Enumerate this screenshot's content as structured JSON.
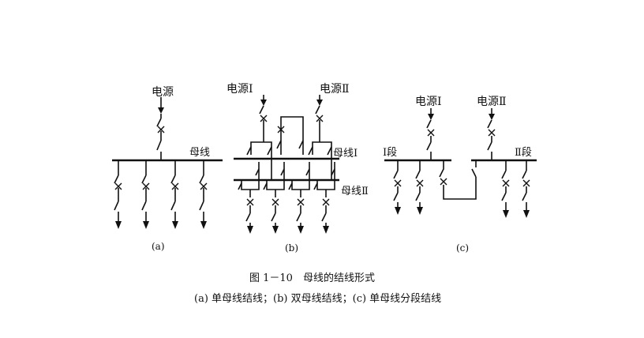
{
  "diagram_a": {
    "source_label": "电源",
    "bus_label": "母线",
    "panel_label": "(a)"
  },
  "diagram_b": {
    "source1_label": "电源Ⅰ",
    "source2_label": "电源Ⅱ",
    "bus1_label": "母线Ⅰ",
    "bus2_label": "母线Ⅱ",
    "panel_label": "(b)"
  },
  "diagram_c": {
    "section1_label": "Ⅰ段",
    "section2_label": "Ⅱ段",
    "source1_label": "电源Ⅰ",
    "source2_label": "电源Ⅱ",
    "panel_label": "(c)"
  },
  "figure": {
    "title": "图 1－10　母线的结线形式",
    "subtitle": "(a) 单母线结线；(b) 双母线结线；(c) 单母线分段结线"
  }
}
